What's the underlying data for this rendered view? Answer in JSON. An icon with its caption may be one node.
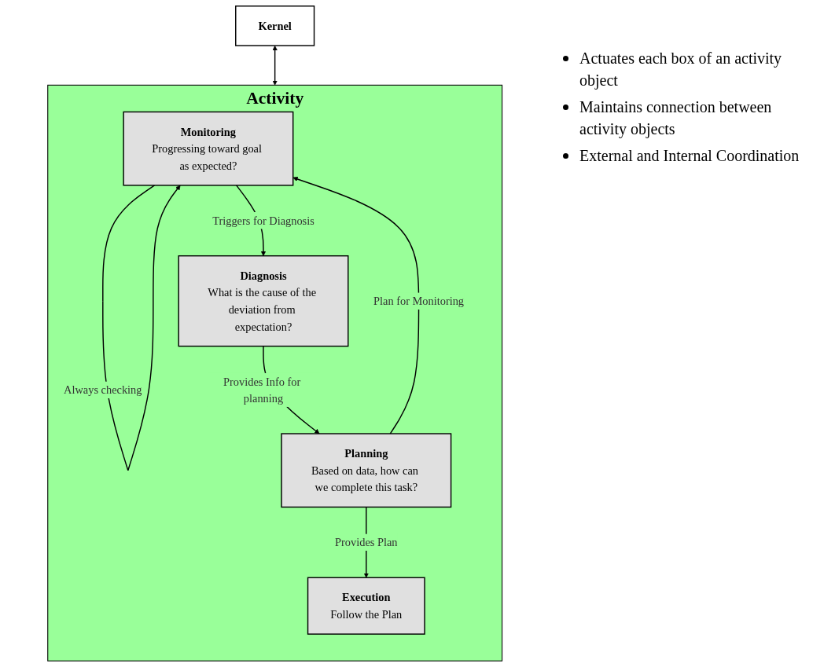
{
  "diagram": {
    "nodes": [
      {
        "text": [
          "Kernel"
        ]
      },
      {
        "text": [
          "Activity"
        ]
      },
      {
        "text": [
          "Monitoring",
          "Progressing toward goal as expected?"
        ],
        "in": 1
      },
      {
        "text": [
          "Planning",
          "Based on data, how can we complete this task?"
        ],
        "in": 1
      },
      {
        "text": [
          "Diagnosis",
          "What is the cause of the deviation from expectation?"
        ],
        "in": 1
      },
      {
        "text": [
          "Execution",
          "Follow the Plan"
        ],
        "in": 1
      }
    ],
    "edges": [
      {
        "from": 0,
        "to": 1,
        "arrow": "both"
      },
      {
        "from": 2,
        "to": 2,
        "arrow": "to",
        "label": "Always checking"
      },
      {
        "from": 3,
        "to": 2,
        "arrow": "to",
        "label": "Plan for Monitoring"
      },
      {
        "from": 2,
        "to": 4,
        "arrow": "to",
        "label": "Triggers for Diagnosis"
      },
      {
        "from": 4,
        "to": 3,
        "arrow": "to",
        "label": "Provides Info for planning"
      },
      {
        "from": 3,
        "to": 5,
        "arrow": "to",
        "label": "Provides Plan"
      }
    ],
    "labels": [
      "Actuates each box of an activity object",
      "Maintains connection between activity objects",
      "External and Internal Coordination"
    ]
  }
}
